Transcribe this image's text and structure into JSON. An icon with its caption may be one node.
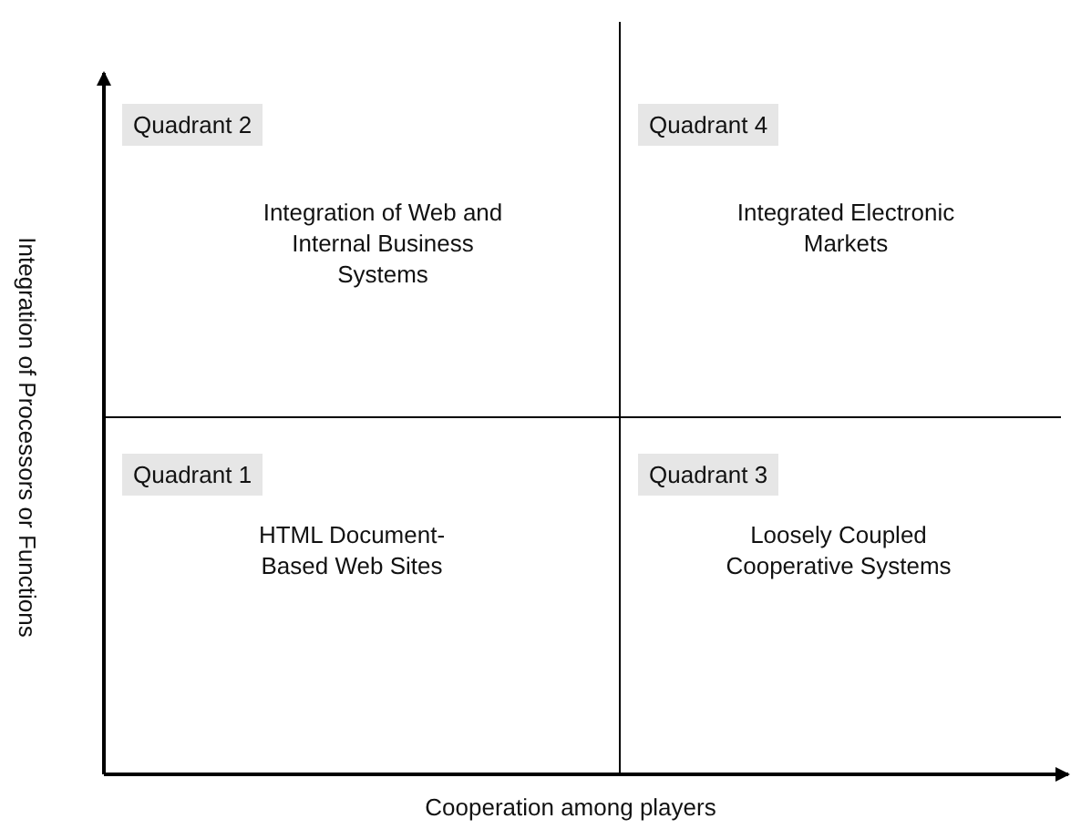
{
  "diagram": {
    "nodes": [
      {
        "text": [
          "Quadrant 2",
          "Integration of Web and Internal Business Systems"
        ]
      },
      {
        "text": [
          "Quadrant 4",
          "Integrated Electronic Markets"
        ]
      },
      {
        "text": [
          "Quadrant 1",
          "HTML Document-Based Web Sites"
        ]
      },
      {
        "text": [
          "Quadrant 3",
          "Loosely Coupled Cooperative Systems"
        ]
      }
    ],
    "edges": [],
    "labels": [
      "Integration of Processors or Functions",
      "Cooperation among players"
    ]
  }
}
